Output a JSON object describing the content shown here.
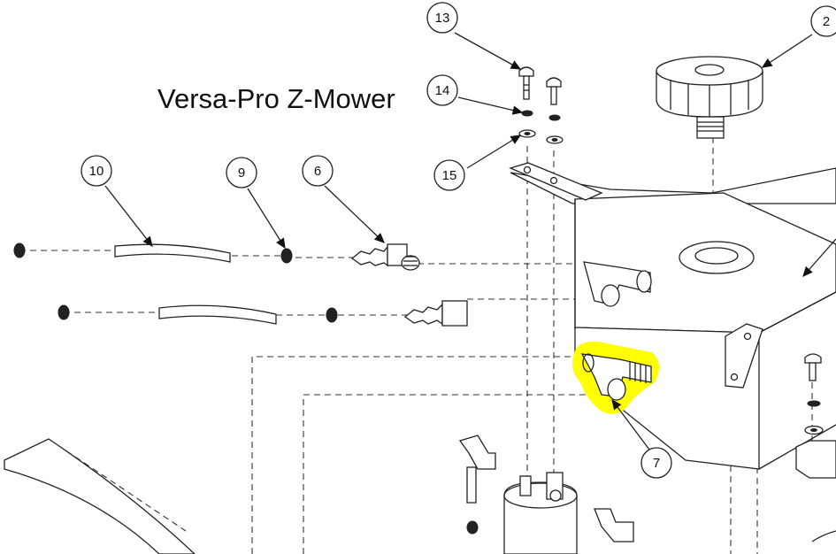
{
  "title": "Versa-Pro Z-Mower",
  "highlight_color": "#ffff00",
  "callouts": [
    {
      "id": "13",
      "label": "13"
    },
    {
      "id": "14",
      "label": "14"
    },
    {
      "id": "15",
      "label": "15"
    },
    {
      "id": "2",
      "label": "2"
    },
    {
      "id": "10",
      "label": "10"
    },
    {
      "id": "9",
      "label": "9"
    },
    {
      "id": "6",
      "label": "6"
    },
    {
      "id": "7",
      "label": "7"
    }
  ]
}
